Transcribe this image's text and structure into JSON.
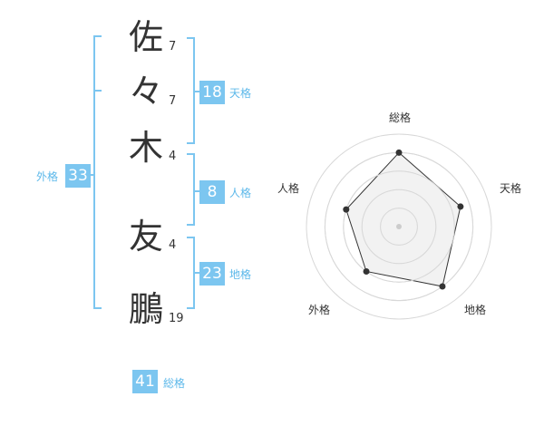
{
  "name": {
    "characters": [
      {
        "char": "佐",
        "strokes": "7"
      },
      {
        "char": "々",
        "strokes": "7"
      },
      {
        "char": "木",
        "strokes": "4"
      },
      {
        "char": "友",
        "strokes": "4"
      },
      {
        "char": "鵬",
        "strokes": "19"
      }
    ]
  },
  "fortune": {
    "tenkaku": {
      "value": "18",
      "label": "天格"
    },
    "jinkaku": {
      "value": "8",
      "label": "人格"
    },
    "chikaku": {
      "value": "23",
      "label": "地格"
    },
    "gaikaku": {
      "value": "33",
      "label": "外格"
    },
    "soukaku": {
      "value": "41",
      "label": "総格"
    }
  },
  "colors": {
    "accent": "#7cc6f0",
    "accent_text": "#5cb8ea",
    "bracket": "#7cc6f0",
    "radar_fill": "#eeeeee",
    "radar_ring": "#d8d8d8",
    "radar_line": "#333333"
  },
  "chart_data": {
    "type": "radar",
    "axes": [
      "総格",
      "天格",
      "地格",
      "外格",
      "人格"
    ],
    "values": [
      4,
      3.5,
      4,
      3,
      3
    ],
    "rmax": 5,
    "rings": [
      1,
      2,
      3,
      4,
      5
    ]
  }
}
